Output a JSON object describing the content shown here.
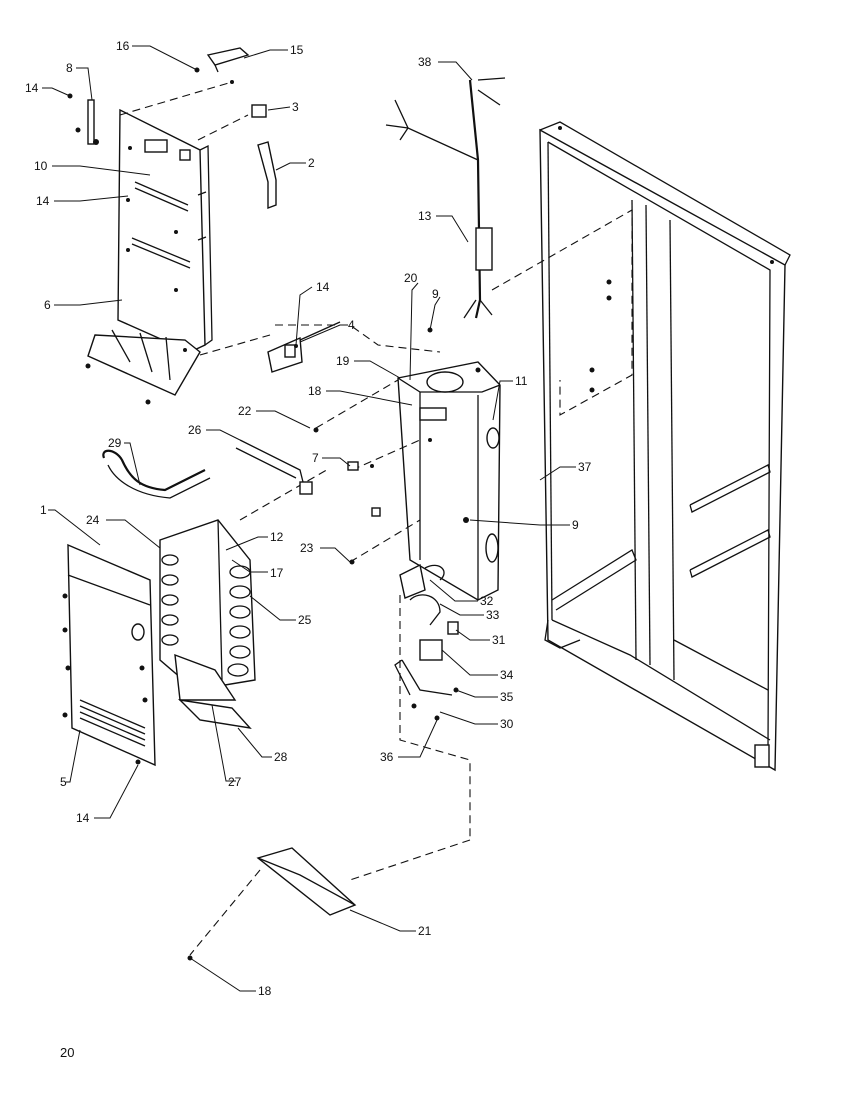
{
  "page_number": "20",
  "callouts": {
    "c1": "1",
    "c2": "2",
    "c3": "3",
    "c4": "4",
    "c5": "5",
    "c6": "6",
    "c7": "7",
    "c8": "8",
    "c9a": "9",
    "c9b": "9",
    "c10": "10",
    "c11": "11",
    "c12": "12",
    "c13": "13",
    "c14a": "14",
    "c14b": "14",
    "c14c": "14",
    "c14d": "14",
    "c15": "15",
    "c16": "16",
    "c17": "17",
    "c18a": "18",
    "c18b": "18",
    "c19": "19",
    "c20": "20",
    "c21": "21",
    "c22": "22",
    "c23": "23",
    "c24": "24",
    "c25": "25",
    "c26": "26",
    "c27": "27",
    "c28": "28",
    "c29": "29",
    "c30": "30",
    "c31": "31",
    "c32": "32",
    "c33": "33",
    "c34": "34",
    "c35": "35",
    "c36": "36",
    "c37": "37",
    "c38": "38"
  }
}
